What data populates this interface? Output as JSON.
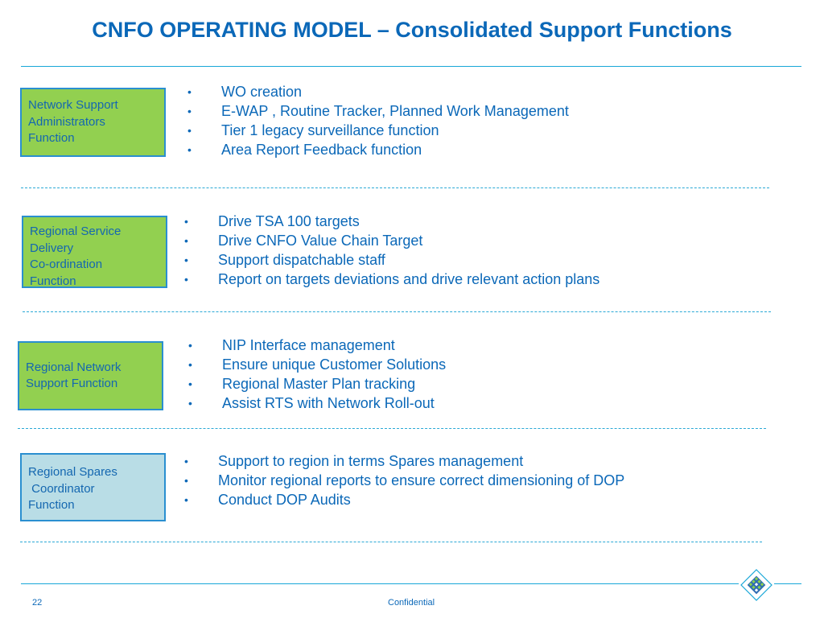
{
  "title": "CNFO OPERATING  MODEL – Consolidated Support Functions",
  "bullet_glyph": "•",
  "sections": [
    {
      "label_lines": [
        "Network Support",
        "Administrators",
        "Function"
      ],
      "items": [
        "WO creation",
        "E-WAP , Routine Tracker, Planned Work Management",
        "Tier 1 legacy surveillance function",
        "Area Report Feedback function"
      ]
    },
    {
      "label_lines": [
        "Regional Service",
        "Delivery",
        "Co-ordination",
        "Function"
      ],
      "items": [
        "Drive TSA 100 targets",
        "Drive CNFO Value Chain Target",
        "Support dispatchable staff",
        "Report on targets deviations and drive relevant action plans"
      ]
    },
    {
      "label_lines": [
        "Regional Network",
        "Support Function"
      ],
      "items": [
        "NIP Interface management",
        "Ensure unique Customer Solutions",
        "Regional Master Plan tracking",
        "Assist  RTS with Network Roll-out"
      ]
    },
    {
      "label_lines": [
        "Regional Spares",
        " Coordinator",
        "Function"
      ],
      "items": [
        "Support to region in terms Spares management",
        "Monitor regional reports to ensure correct dimensioning of DOP",
        "Conduct DOP Audits"
      ]
    }
  ],
  "footer": {
    "page_number": "22",
    "confidential": "Confidential"
  },
  "colors": {
    "title": "#0b68b8",
    "green_box": "#92d050",
    "blue_box": "#b9dde6",
    "rule": "#18a7d8"
  },
  "logo_icon": "diamond-grid-logo"
}
